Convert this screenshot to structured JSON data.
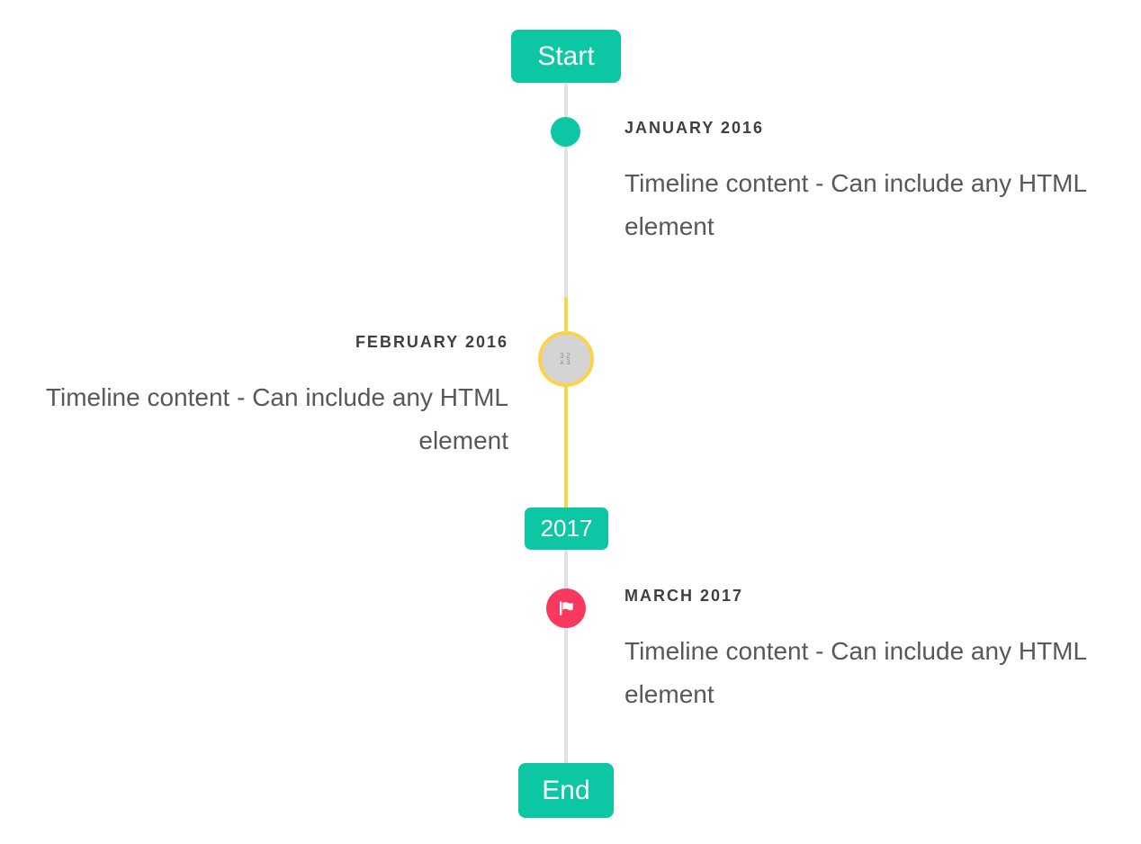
{
  "colors": {
    "accent_teal": "#0dc6a4",
    "accent_yellow": "#fbd34b",
    "accent_red": "#f8385f",
    "line_gray": "#e1e1e3",
    "image_circle_gray": "#d4d4d5",
    "title_text": "#3c4043",
    "body_text": "#55595d"
  },
  "timeline": {
    "start_label": "Start",
    "end_label": "End",
    "year_badge": "2017",
    "items": [
      {
        "title": "JANUARY 2016",
        "content": "Timeline content - Can include any HTML element",
        "side": "right",
        "marker": "teal-dot"
      },
      {
        "title": "FEBRUARY 2016",
        "content": "Timeline content - Can include any HTML element",
        "side": "left",
        "marker": "gray-image-circle-yellow-ring",
        "marker_placeholder_lines": [
          "32",
          "x3"
        ]
      },
      {
        "title": "MARCH 2017",
        "content": "Timeline content - Can include any HTML element",
        "side": "right",
        "marker": "red-flag-circle"
      }
    ]
  }
}
